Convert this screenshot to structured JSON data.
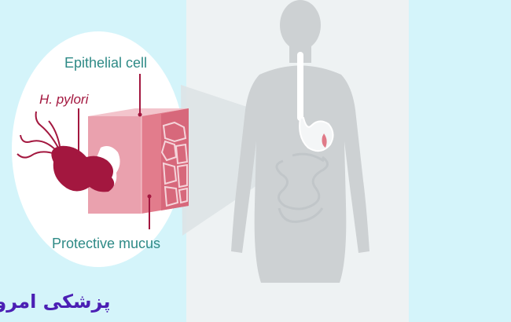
{
  "labels": {
    "epithelial_cell": "Epithelial cell",
    "h_pylori": "H. pylori",
    "protective_mucus": "Protective mucus"
  },
  "logo": {
    "text": "پزشکی امروز"
  },
  "colors": {
    "background": "#d4f4fa",
    "body_panel": "#eef2f3",
    "body_silhouette": "#cdd1d3",
    "label_teal": "#2e8a86",
    "bacterium": "#a3173f",
    "tissue_pink": "#e9a5b1",
    "logo_purple": "#4b1fb4"
  },
  "icons": {
    "body": "human-torso-silhouette",
    "stomach": "stomach-icon",
    "bacterium": "h-pylori-bacterium-icon",
    "tissue": "tissue-block-icon"
  }
}
